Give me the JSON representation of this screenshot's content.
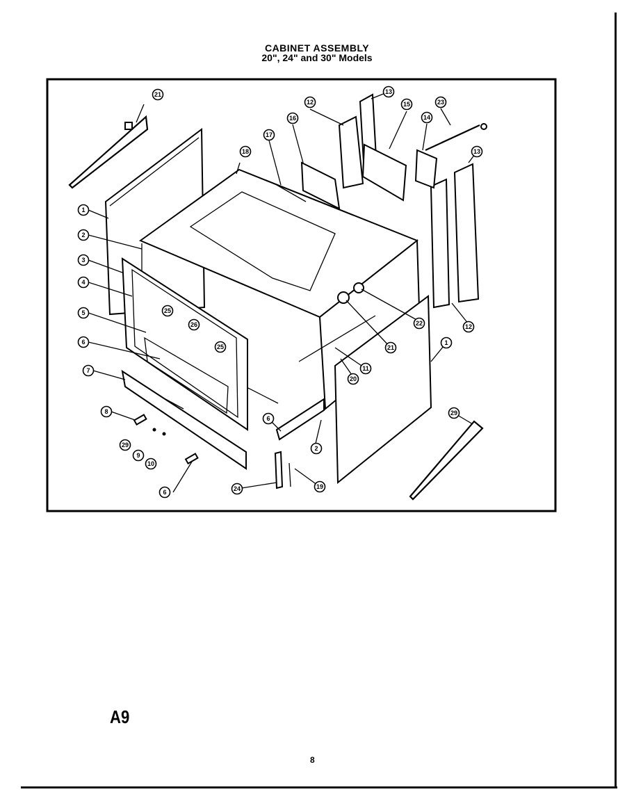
{
  "header": {
    "title": "CABINET ASSEMBLY",
    "subtitle": "20\", 24\" and 30\" Models"
  },
  "footer": {
    "code": "A9",
    "page_number": "8"
  },
  "callouts": [
    "21",
    "1",
    "2",
    "3",
    "4",
    "5",
    "6",
    "7",
    "8",
    "29",
    "9",
    "10",
    "6",
    "25",
    "26",
    "25",
    "18",
    "17",
    "16",
    "12",
    "13",
    "15",
    "14",
    "23",
    "13",
    "12",
    "22",
    "21",
    "11",
    "20",
    "1",
    "2",
    "6",
    "19",
    "24",
    "29"
  ]
}
